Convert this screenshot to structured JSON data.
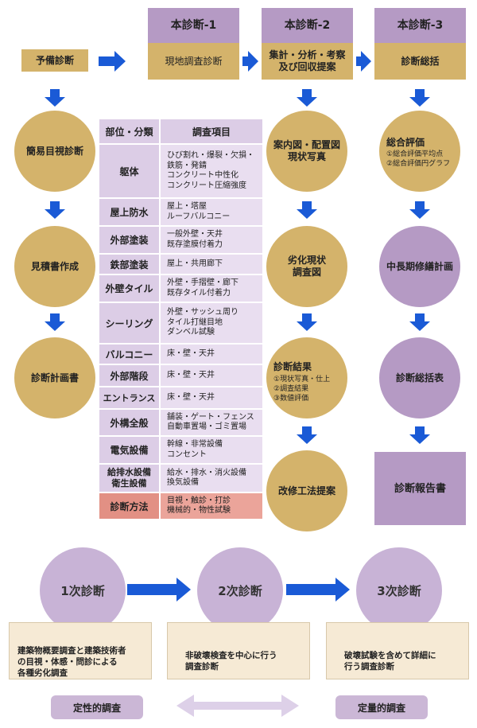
{
  "colors": {
    "gold": "#d4b36b",
    "lilac": "#b59ac4",
    "arrow": "#1a5ad6",
    "method": "#e29084"
  },
  "top": {
    "yobi": "予備診断",
    "stage1": {
      "label": "本診断-1",
      "sub": "現地調査診断"
    },
    "stage2": {
      "label": "本診断-2",
      "sub": "集計・分析・考察\n及び回収提案"
    },
    "stage3": {
      "label": "本診断-3",
      "sub": "診断総括"
    }
  },
  "col1": [
    "簡易目視診断",
    "見積書作成",
    "診断計画書"
  ],
  "col3": {
    "c1": "案内図・配置図\n現状写真",
    "c2": "劣化現状\n調査図",
    "c3_title": "診断結果",
    "c3_items": "①現状写真・仕上\n②調査結果\n③数値評価",
    "c4": "改修工法提案"
  },
  "col4": {
    "c1_title": "総合評価",
    "c1_items": "①総合評価平均点\n②総合評価円グラフ",
    "c2": "中長期修繕計画",
    "c3": "診断総括表",
    "report": "診断報告書"
  },
  "table": {
    "header_left": "部位・分類",
    "header_right": "調査項目",
    "rows": [
      {
        "part": "躯体",
        "items": "ひび割れ・爆裂・欠損・\n鉄筋・発錆\nコンクリート中性化\nコンクリート圧縮強度"
      },
      {
        "part": "屋上防水",
        "items": "屋上・塔屋\nルーフバルコニー"
      },
      {
        "part": "外部塗装",
        "items": "一般外壁・天井\n既存塗膜付着力"
      },
      {
        "part": "鉄部塗装",
        "items": "屋上・共用廊下"
      },
      {
        "part": "外壁タイル",
        "items": "外壁・手摺壁・廊下\n既存タイル付着力"
      },
      {
        "part": "シーリング",
        "items": "外壁・サッシュ周り\nタイル打継目地\nダンベル試験"
      },
      {
        "part": "バルコニー",
        "items": "床・壁・天井"
      },
      {
        "part": "外部階段",
        "items": "床・壁・天井"
      },
      {
        "part": "エントランス",
        "items": "床・壁・天井"
      },
      {
        "part": "外構全般",
        "items": "舗装・ゲート・フェンス\n自動車置場・ゴミ置場"
      },
      {
        "part": "電気設備",
        "items": "幹線・非常設備\nコンセント"
      },
      {
        "part": "給排水設備\n衛生設備",
        "items": "給水・排水・消火設備\n換気設備"
      }
    ],
    "method_left": "診断方法",
    "method_right": "目視・触診・打診\n機械的・物性試験"
  },
  "phases": [
    {
      "title": "1次診断",
      "desc": "建築物概要調査と建築技術者\nの目視・体感・問診による\n各種劣化調査"
    },
    {
      "title": "2次診断",
      "desc": "非破壊検査を中心に行う\n調査診断"
    },
    {
      "title": "3次診断",
      "desc": "破壊試験を含めて詳細に\n行う調査診断"
    }
  ],
  "bottom": {
    "left": "定性的調査",
    "right": "定量的調査"
  }
}
